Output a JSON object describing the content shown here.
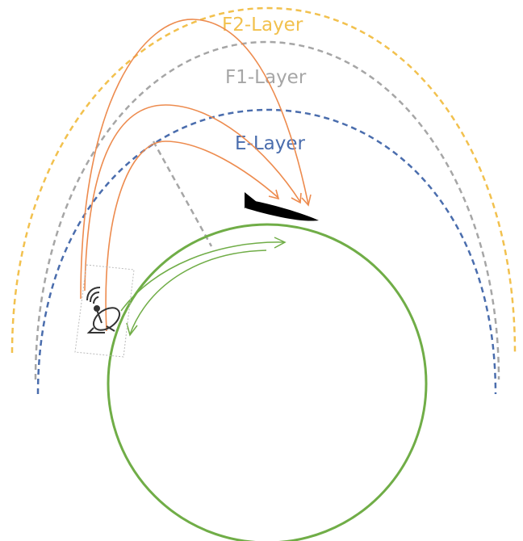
{
  "layers": {
    "f2": {
      "label": "F2-Layer",
      "color": "#F2C14E"
    },
    "f1": {
      "label": "F1-Layer",
      "color": "#A6A6A6"
    },
    "e": {
      "label": "E-Layer",
      "color": "#4A6DAD"
    }
  },
  "colors": {
    "earth": "#70AD47",
    "ray": "#ED8B4E",
    "missile": "#000000",
    "antenna": "#333333",
    "sight_line": "#A6A6A6"
  },
  "icons": {
    "antenna": "satellite-dish-icon",
    "target": "missile-icon"
  }
}
